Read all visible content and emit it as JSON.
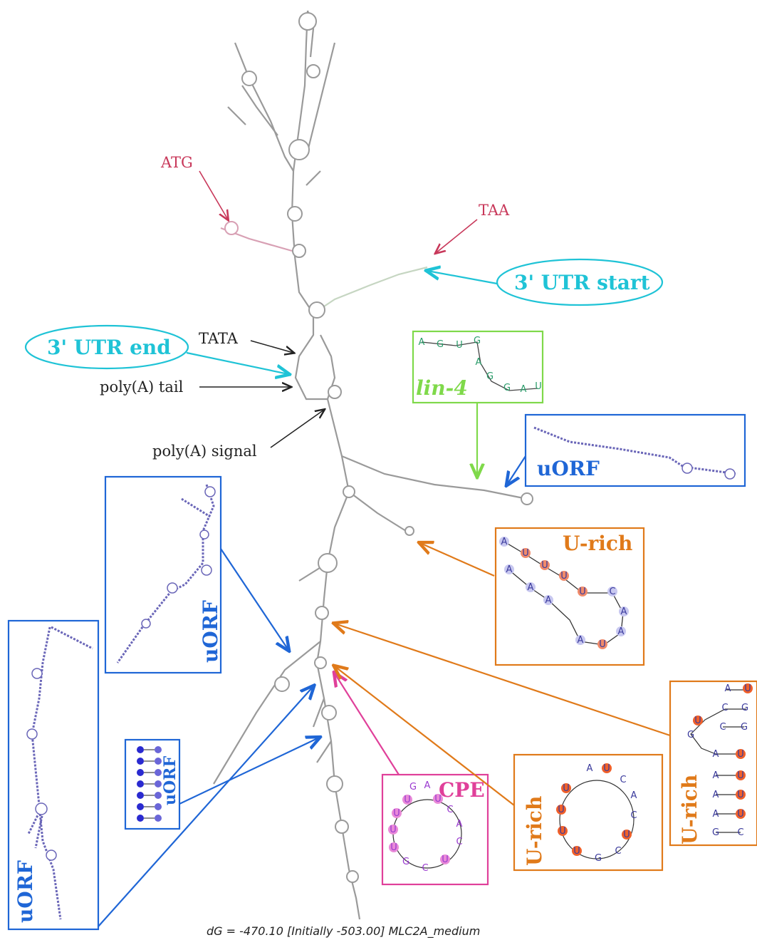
{
  "labels": {
    "atg": "ATG",
    "taa": "TAA",
    "utr_start": "3' UTR start",
    "utr_end": "3' UTR end",
    "tata": "TATA",
    "polya_tail": "poly(A) tail",
    "polya_signal": "poly(A) signal",
    "lin4": "lin-4",
    "uorf_right": "uORF",
    "urich_top": "U-rich",
    "uorf_left_a": "uORF",
    "uorf_left_b": "uORF",
    "uorf_small": "uORF",
    "cpe": "CPE",
    "urich_mid": "U-rich",
    "urich_right": "U-rich"
  },
  "sequences": {
    "lin4": [
      "A",
      "G",
      "U",
      "G",
      "A",
      "G",
      "G",
      "A",
      "U"
    ],
    "urich_top": [
      "A",
      "U",
      "U",
      "U",
      "U",
      "C",
      "A",
      "A",
      "U",
      "A",
      "A",
      "A",
      "A"
    ],
    "cpe": [
      "G",
      "A",
      "U",
      "C",
      "A",
      "C",
      "U",
      "C",
      "G",
      "U",
      "U",
      "U",
      "U"
    ],
    "urich_mid": [
      "A",
      "U",
      "C",
      "A",
      "C",
      "U",
      "C",
      "G",
      "U",
      "U",
      "U",
      "U"
    ],
    "urich_right": [
      "A",
      "U",
      "C",
      "G",
      "U",
      "G",
      "C",
      "G",
      "A",
      "U",
      "A",
      "U",
      "A",
      "U",
      "A",
      "U",
      "G",
      "C"
    ]
  },
  "colors": {
    "start_codon": "#c8385a",
    "utr": "#1fc3d6",
    "lin4": "#7fd94a",
    "uorf": "#1f66d6",
    "urich": "#e07a1a",
    "cpe": "#e0409a",
    "text": "#222222"
  },
  "footer": "dG = -470.10 [Initially -503.00] MLC2A_medium"
}
